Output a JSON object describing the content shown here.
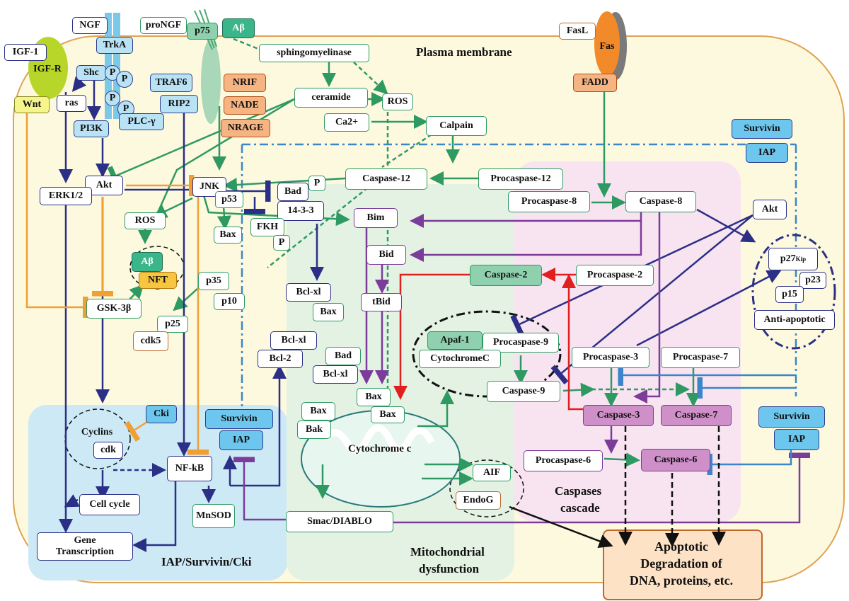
{
  "regions": {
    "plasma_membrane": "Plasma membrane",
    "iap_region": "IAP/Survivin/Cki",
    "mito_region_line1": "Mitochondrial",
    "mito_region_line2": "dysfunction",
    "caspase_region_line1": "Caspases",
    "caspase_region_line2": "cascade",
    "apoptotic_line1": "Apoptotic",
    "apoptotic_line2": "Degradation of",
    "apoptotic_line3": "DNA, proteins, etc."
  },
  "nodes": {
    "igf1": "IGF-1",
    "igfr": "IGF-R",
    "wnt": "Wnt",
    "ngf": "NGF",
    "trka": "TrkA",
    "shc": "Shc",
    "p_a": "P",
    "p_b": "P",
    "p_c": "P",
    "p_d": "P",
    "ras": "ras",
    "plcg": "PLC-γ",
    "pi3k": "PI3K",
    "pro_ngf": "proNGF",
    "p75": "p75",
    "abeta_top": "Aβ",
    "traf6": "TRAF6",
    "rip2": "RIP2",
    "nrif": "NRIF",
    "nade": "NADE",
    "nrage": "NRAGE",
    "sphingomyelinase": "sphingomyelinase",
    "ceramide": "ceramide",
    "ros_top": "ROS",
    "ca2": "Ca2+",
    "calpain": "Calpain",
    "fasl": "FasL",
    "fas": "Fas",
    "fadd": "FADD",
    "survivin_right": "Survivin",
    "iap_right_top": "IAP",
    "caspase12": "Caspase-12",
    "procaspase12": "Procaspase-12",
    "akt": "Akt",
    "erk": "ERK1/2",
    "jnk": "JNK",
    "p_jnk": "P",
    "bad": "Bad",
    "p53": "p53",
    "x1433": "14-3-3",
    "bax_jnk": "Bax",
    "fkh": "FKH",
    "p_fkh": "P",
    "ros_left": "ROS",
    "abeta_mid": "Aβ",
    "nft": "NFT",
    "gsk": "GSK-3β",
    "p35": "p35",
    "p10": "p10",
    "p25": "p25",
    "cdk5": "cdk5",
    "bim": "Bim",
    "bid": "Bid",
    "tbid": "tBid",
    "bclxl_1": "Bcl-xl",
    "bax_1": "Bax",
    "bclxl_2": "Bcl-xl",
    "bcl2": "Bcl-2",
    "bad_2": "Bad",
    "bclxl_3": "Bcl-xl",
    "bax_2": "Bax",
    "bax_3": "Bax",
    "bax_4": "Bax",
    "bak": "Bak",
    "cytc": "Cytochrome c",
    "procaspase8": "Procaspase-8",
    "caspase8": "Caspase-8",
    "akt_right": "Akt",
    "p27": "p27",
    "p27_sup": "Kip",
    "p23": "p23",
    "p15": "p15",
    "antiapoptotic": "Anti-apoptotic",
    "caspase2": "Caspase-2",
    "procaspase2": "Procaspase-2",
    "apaf1": "Apaf-1",
    "procaspase9": "Procaspase-9",
    "cytochromec2": "CytochromeC",
    "caspase9": "Caspase-9",
    "procaspase3": "Procaspase-3",
    "procaspase7": "Procaspase-7",
    "caspase3": "Caspase-3",
    "caspase7": "Caspase-7",
    "procaspase6": "Procaspase-6",
    "caspase6": "Caspase-6",
    "aif": "AIF",
    "endog": "EndoG",
    "smac": "Smac/DIABLO",
    "cki": "Cki",
    "cyclins": "Cyclins",
    "cdk": "cdk",
    "survivin_left": "Survivin",
    "iap_left": "IAP",
    "nfkb": "NF-kB",
    "mnsod": "MnSOD",
    "cellcycle": "Cell cycle",
    "genetrans_1": "Gene",
    "genetrans_2": "Transcription",
    "survivin_br": "Survivin",
    "iap_br": "IAP"
  },
  "colors": {
    "green": "#2e9a62",
    "navy": "#2b2f86",
    "purple": "#7b3c9a",
    "orange": "#f0a033",
    "blue_dash": "#3b86c8",
    "red": "#e0201f",
    "membrane": "#fdf9df",
    "iap_region": "#cde9f6",
    "mito_region": "#e3f2e3",
    "caspase_region": "#f8e3f1",
    "apoptotic": "#fde2c6"
  }
}
